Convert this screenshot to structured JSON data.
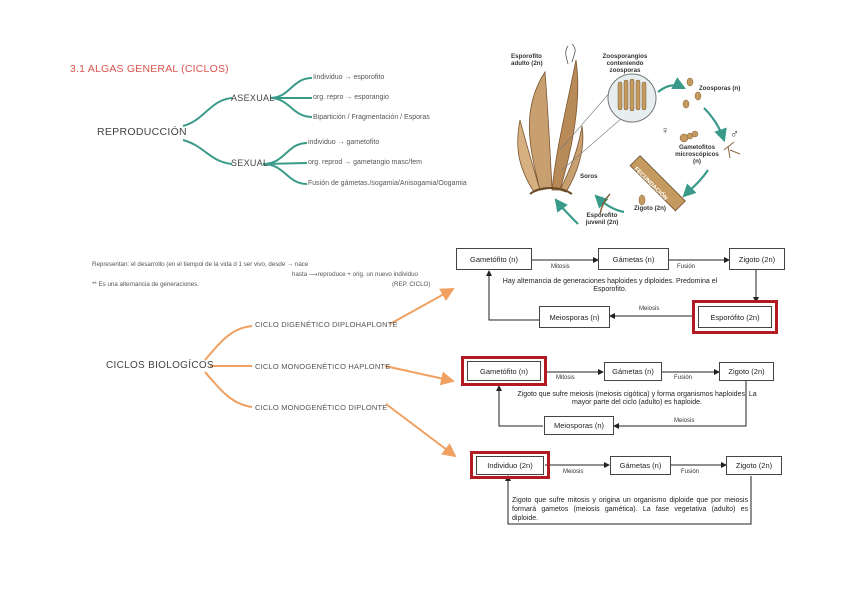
{
  "title": "3.1 ALGAS GENERAL (CICLOS)",
  "reproduccion": {
    "root": "REPRODUCCIÓN",
    "asexual": {
      "label": "ASEXUAL",
      "items": [
        "Iindividuo → esporofito",
        "org. repro → esporangio",
        "Bipartición / Fragmentación / Esporas"
      ]
    },
    "sexual": {
      "label": "SEXUAL",
      "items": [
        "individuo → gametofito",
        "org. reprod → gametangio masc/fem",
        "Fusión de gámetas./sogamia/Anisogamia/Oogamia"
      ]
    }
  },
  "illustration": {
    "esporofito_adulto": "Esporofito adulto (2n)",
    "zoosporangios": "Zoosporangios conteniendo zoosporas",
    "zoosporas": "Zoosporas (n)",
    "gametofitos": "Gametofitos microscópicos (n)",
    "fecundacion": "FECUNDACIÓN",
    "soros": "Soros",
    "zigoto": "Zigoto (2n)",
    "esporofito_juvenil": "Esporofito juvenil (2n)",
    "female_symbol": "♀",
    "male_symbol": "♂"
  },
  "notes": {
    "representan": "Representan:  el desarrollo (en el tiempol de la vida d 1 ser vivo, desde → nace",
    "hasta": "hasta ⟶reproduce + orig. un nuevo individuo",
    "alternancia": "** Es una alternancia de generaciones.",
    "rep_ciclo": "(REP. CICLO)"
  },
  "ciclos": {
    "root": "CICLOS BIOLOGÍCOS",
    "items": [
      "CICLO DIGENÉTICO DIPLOHAPLONTE",
      "CICLO MONOGENÉTICO HAPLONTE",
      "CICLO MONOGENÉTICO DIPLONTE"
    ]
  },
  "diagram1": {
    "gametofito": "Gametófito (n)",
    "gametas": "Gámetas (n)",
    "zigoto": "Zigoto (2n)",
    "esporofito": "Esporófito (2n)",
    "meiosporas": "Meiosporas (n)",
    "mitosis": "Mitosis",
    "fusion": "Fusión",
    "meiosis": "Meiosis",
    "desc": "Hay alternancia de generaciones haploides y diploides. Predomina el Esporofito."
  },
  "diagram2": {
    "gametofito": "Gametófito (n)",
    "gametas": "Gámetas (n)",
    "zigoto": "Zigoto (2n)",
    "meiosporas": "Meiosporas (n)",
    "mitosis": "Mitosis",
    "fusion": "Fusión",
    "meiosis": "Meiosis",
    "desc": "Zigoto que sufre meiosis (meiosis cigótica) y forma organismos haploides. La mayor parte del ciclo (adulto) es haploide."
  },
  "diagram3": {
    "individuo": "Individuo (2n)",
    "gametas": "Gámetas (n)",
    "zigoto": "Zigoto (2n)",
    "meiosis": "Meiosis",
    "fusion": "Fusión",
    "desc": "Zigoto que sufre mitosis y origina un organismo diploide que por meiosis formará gametos (meiosis gamética). La fase vegetativa (adulto) es diploide."
  },
  "colors": {
    "title": "#d9534f",
    "teal": "#3a9a8a",
    "orange": "#f0a060",
    "highlight": "#b01c22"
  }
}
